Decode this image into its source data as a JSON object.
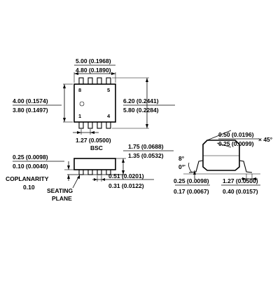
{
  "top_view": {
    "length_max": "5.00 (0.1968)",
    "length_min": "4.80 (0.1890)",
    "body_width_max": "4.00 (0.1574)",
    "body_width_min": "3.80 (0.1497)",
    "overall_width_max": "6.20 (0.2441)",
    "overall_width_min": "5.80 (0.2284)",
    "pin_8": "8",
    "pin_5": "5",
    "pin_1": "1",
    "pin_4": "4",
    "pitch": "1.27 (0.0500)",
    "pitch_suffix": "BSC"
  },
  "side_view": {
    "standoff_max": "0.25 (0.0098)",
    "standoff_min": "0.10 (0.0040)",
    "coplanarity_label": "COPLANARITY",
    "coplanarity_value": "0.10",
    "seating_label_1": "SEATING",
    "seating_label_2": "PLANE",
    "height_max": "1.75 (0.0688)",
    "height_min": "1.35 (0.0532)",
    "lead_width_max": "0.51 (0.0201)",
    "lead_width_min": "0.31 (0.0122)"
  },
  "end_view": {
    "chamfer_max": "0.50 (0.0196)",
    "chamfer_min": "0.25 (0.0099)",
    "chamfer_angle": "× 45°",
    "angle_max": "8°",
    "angle_min": "0°",
    "lead_thick_max": "0.25 (0.0098)",
    "lead_thick_min": "0.17 (0.0067)",
    "foot_max": "1.27 (0.0500)",
    "foot_min": "0.40 (0.0157)"
  }
}
